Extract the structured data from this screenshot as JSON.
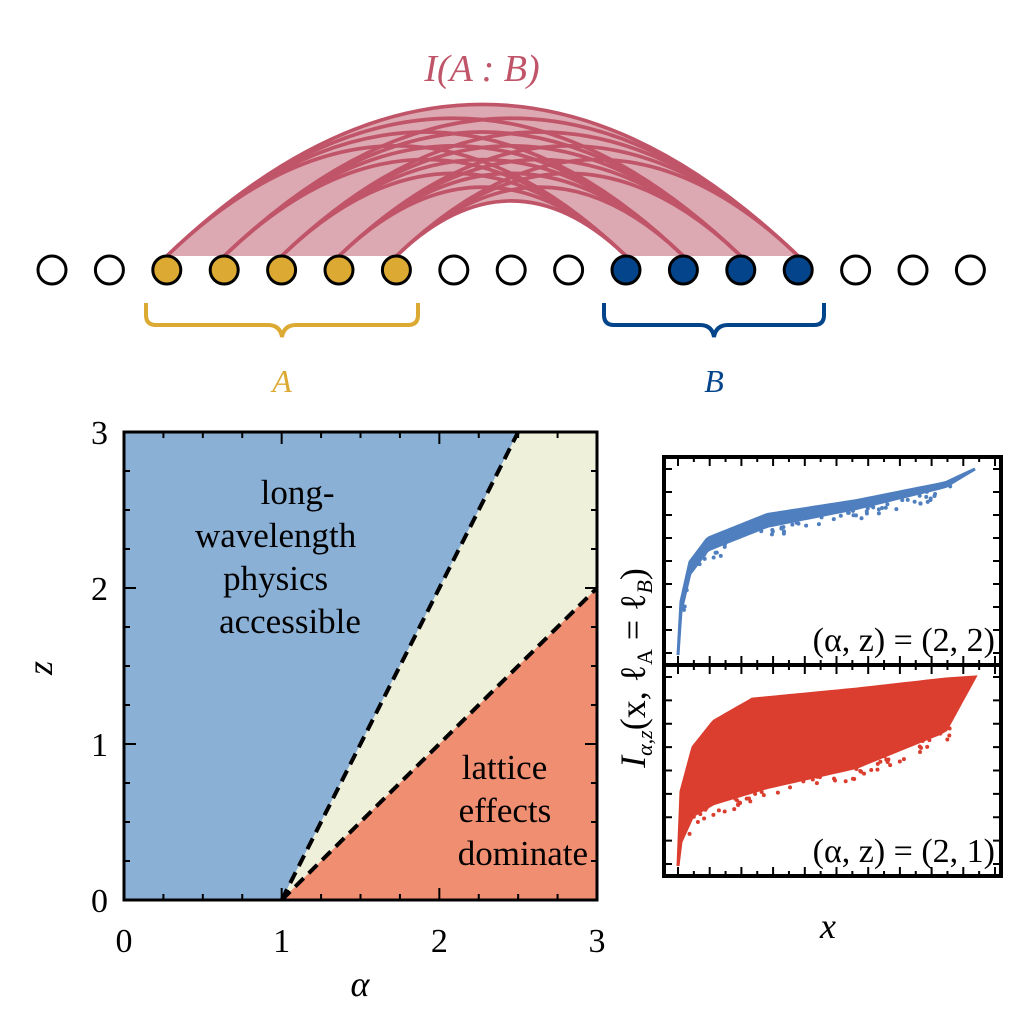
{
  "lattice": {
    "title": "I(A : B)",
    "num_sites": 17,
    "region_a_sites": [
      2,
      3,
      4,
      5,
      6
    ],
    "region_b_sites": [
      10,
      11,
      12,
      13
    ],
    "label_a": "A",
    "label_b": "B",
    "colors": {
      "a": "#dca932",
      "b": "#03448a",
      "arc": "#c05468",
      "arc_fill": "#dca8b1"
    }
  },
  "chart_data": [
    {
      "type": "area",
      "title": "",
      "xlabel": "α",
      "ylabel": "z",
      "xlim": [
        0,
        3
      ],
      "ylim": [
        0,
        3
      ],
      "xticks": [
        "0",
        "1",
        "2",
        "3"
      ],
      "yticks": [
        "0",
        "1",
        "2",
        "3"
      ],
      "boundaries": [
        {
          "name": "upper",
          "points": [
            [
              1,
              0
            ],
            [
              2.5,
              3
            ]
          ],
          "style": "dashed"
        },
        {
          "name": "lower",
          "points": [
            [
              1,
              0
            ],
            [
              3,
              2
            ]
          ],
          "style": "dashed"
        }
      ],
      "regions": [
        {
          "label": "long-wavelength physics accessible",
          "lines": [
            "long-",
            "wavelength",
            "physics",
            "accessible"
          ],
          "color": "#8ab0d6"
        },
        {
          "label": "",
          "color": "#eef0da"
        },
        {
          "label": "lattice effects dominate",
          "lines": [
            "lattice",
            "effects",
            "dominate"
          ],
          "color": "#f08e72"
        }
      ]
    },
    {
      "type": "scatter",
      "xlabel": "x",
      "ylabel": "I_{α,z}(x, ℓ_A = ℓ_B)",
      "ylabel_parts": {
        "main": "I",
        "sub": "α,z",
        "args": "(x, ℓ",
        "sub2": "A",
        "eq": " = ℓ",
        "sub3": "B",
        "close": ")"
      },
      "panels": [
        {
          "label": "(α, z) = (2, 2)",
          "color": "#4f7fbf",
          "upper": [
            [
              0,
              0.03
            ],
            [
              0.01,
              0.3
            ],
            [
              0.04,
              0.5
            ],
            [
              0.1,
              0.62
            ],
            [
              0.3,
              0.74
            ],
            [
              0.6,
              0.81
            ],
            [
              0.9,
              0.9
            ],
            [
              1,
              0.97
            ]
          ],
          "lower": [
            [
              0,
              0.03
            ],
            [
              0.01,
              0.25
            ],
            [
              0.04,
              0.44
            ],
            [
              0.1,
              0.56
            ],
            [
              0.3,
              0.68
            ],
            [
              0.6,
              0.77
            ],
            [
              0.9,
              0.88
            ],
            [
              1,
              0.97
            ]
          ]
        },
        {
          "label": "(α, z) = (2, 1)",
          "color": "#db3e2e",
          "upper": [
            [
              0,
              0.03
            ],
            [
              0.01,
              0.4
            ],
            [
              0.05,
              0.62
            ],
            [
              0.12,
              0.75
            ],
            [
              0.25,
              0.86
            ],
            [
              0.6,
              0.91
            ],
            [
              0.9,
              0.96
            ],
            [
              1,
              0.97
            ]
          ],
          "lower": [
            [
              0,
              0.03
            ],
            [
              0.01,
              0.15
            ],
            [
              0.05,
              0.28
            ],
            [
              0.12,
              0.34
            ],
            [
              0.3,
              0.42
            ],
            [
              0.6,
              0.52
            ],
            [
              0.9,
              0.7
            ],
            [
              1,
              0.97
            ]
          ]
        }
      ]
    }
  ]
}
